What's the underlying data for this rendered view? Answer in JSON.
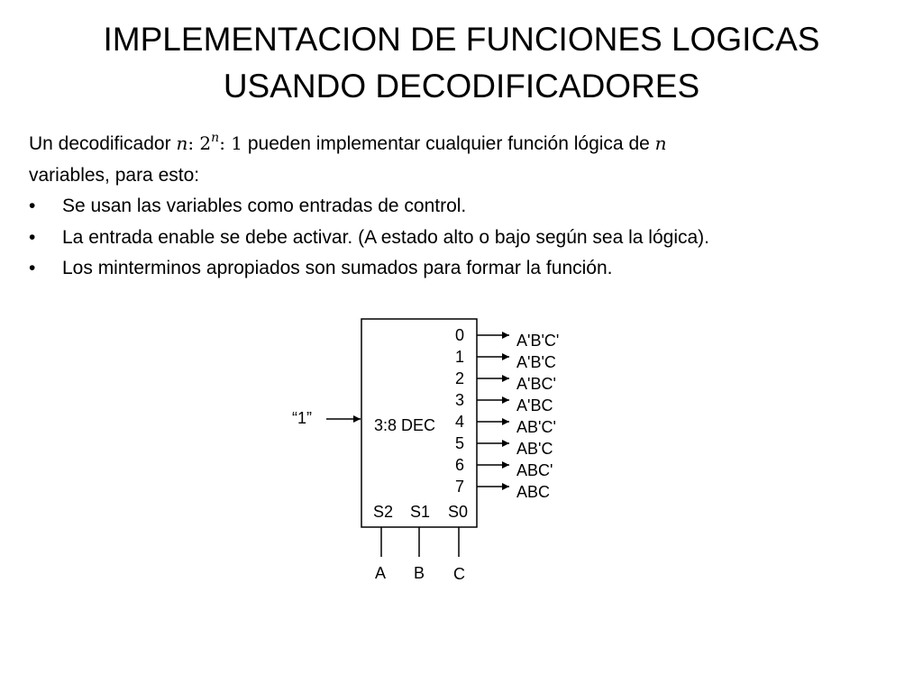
{
  "title": {
    "line1": "IMPLEMENTACION DE FUNCIONES LOGICAS",
    "line2": "USANDO DECODIFICADORES"
  },
  "intro": {
    "prefix": "Un decodificador ",
    "math_n": "n",
    "math_sep1": ": 2",
    "math_sup": "n",
    "math_sep2": ": 1",
    "mid": " pueden implementar cualquier función lógica de ",
    "var_n": "n",
    "line2": "variables, para esto:"
  },
  "bullets": [
    "Se usan las variables como entradas de control.",
    "La entrada enable se debe activar. (A estado alto o bajo según sea la lógica).",
    "Los minterminos apropiados son sumados para formar la función."
  ],
  "decoder": {
    "label": "3:8 DEC",
    "enable_label": "“1”",
    "output_numbers": [
      "0",
      "1",
      "2",
      "3",
      "4",
      "5",
      "6",
      "7"
    ],
    "minterms": [
      "A'B'C'",
      "A'B'C",
      "A'BC'",
      "A'BC",
      "AB'C'",
      "AB'C",
      "ABC'",
      "ABC"
    ],
    "select_labels": [
      "S2",
      "S1",
      "S0"
    ],
    "inputs": [
      "A",
      "B",
      "C"
    ]
  }
}
